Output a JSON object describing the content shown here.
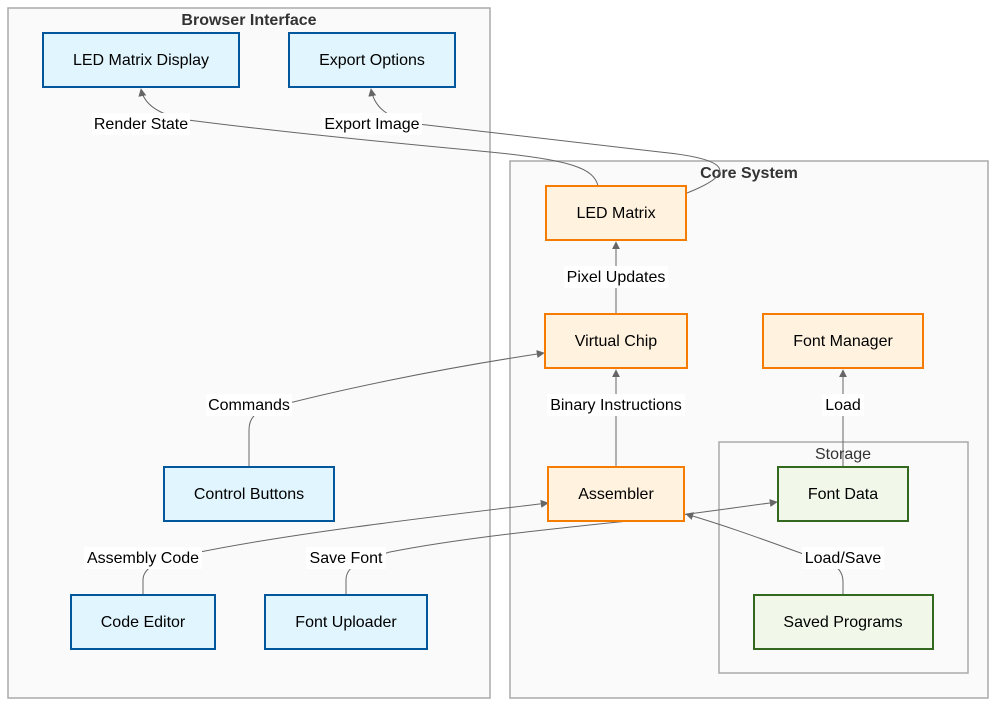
{
  "groups": {
    "browser_interface": "Browser Interface",
    "core_system": "Core System",
    "storage": "Storage"
  },
  "nodes": {
    "led_matrix_display": "LED Matrix Display",
    "export_options": "Export Options",
    "control_buttons": "Control Buttons",
    "code_editor": "Code Editor",
    "font_uploader": "Font Uploader",
    "led_matrix": "LED Matrix",
    "virtual_chip": "Virtual Chip",
    "font_manager": "Font Manager",
    "assembler": "Assembler",
    "font_data": "Font Data",
    "saved_programs": "Saved Programs"
  },
  "edges": {
    "render_state": "Render State",
    "export_image": "Export Image",
    "pixel_updates": "Pixel Updates",
    "commands": "Commands",
    "binary_instructions": "Binary Instructions",
    "load": "Load",
    "assembly_code": "Assembly Code",
    "save_font": "Save Font",
    "load_save": "Load/Save"
  },
  "colors": {
    "browser_node_fill": "#e1f5fe",
    "browser_node_stroke": "#01579b",
    "core_node_fill": "#fff3e0",
    "core_node_stroke": "#f57c00",
    "storage_node_fill": "#f1f8e9",
    "storage_node_stroke": "#33691e",
    "edge": "#666666"
  }
}
